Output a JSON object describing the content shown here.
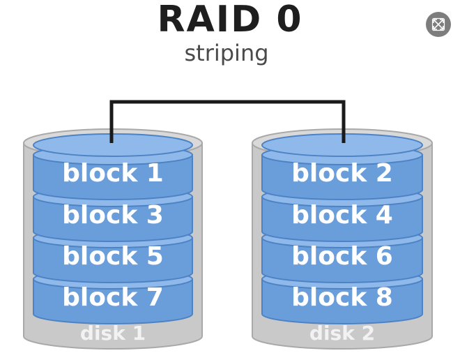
{
  "title": "RAID 0",
  "subtitle": "striping",
  "expand_icon": "expand-arrows-icon",
  "colors": {
    "block_fill": "#6a9edb",
    "block_top": "#8fb9ea",
    "block_edge": "#4d82c4",
    "disk_fill": "#c9c9c9",
    "disk_edge": "#a9a9a9",
    "connector": "#1a1a1a",
    "label_text": "#ffffff"
  },
  "disks": [
    {
      "label": "disk 1",
      "blocks": [
        "block 1",
        "block 3",
        "block 5",
        "block 7"
      ]
    },
    {
      "label": "disk 2",
      "blocks": [
        "block 2",
        "block 4",
        "block 6",
        "block 8"
      ]
    }
  ]
}
